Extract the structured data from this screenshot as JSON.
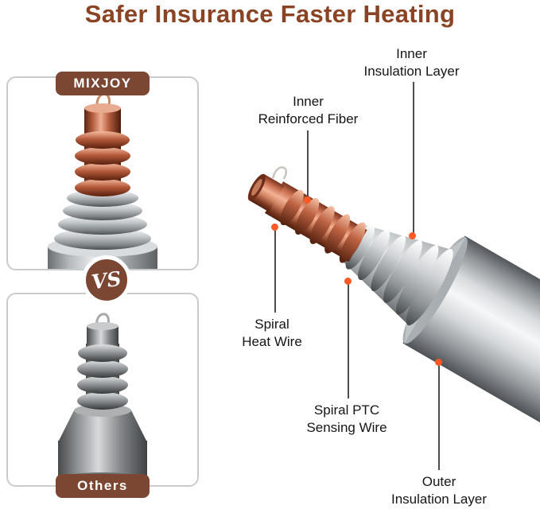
{
  "title": "Safer Insurance Faster Heating",
  "comparison": {
    "brand_badge": "MIXJOY",
    "vs_label": "VS",
    "others_badge": "Others"
  },
  "callouts": [
    {
      "id": "inner-insulation-layer",
      "line1": "Inner",
      "line2": "Insulation Layer"
    },
    {
      "id": "inner-reinforced-fiber",
      "line1": "Inner",
      "line2": "Reinforced Fiber"
    },
    {
      "id": "spiral-heat-wire",
      "line1": "Spiral",
      "line2": "Heat Wire"
    },
    {
      "id": "spiral-ptc-sensing-wire",
      "line1": "Spiral PTC",
      "line2": "Sensing Wire"
    },
    {
      "id": "outer-insulation-layer",
      "line1": "Outer",
      "line2": "Insulation Layer"
    }
  ],
  "colors": {
    "title_brown": "#8a4424",
    "badge_brown": "#7b4732",
    "callout_dot_orange": "#ff5a26",
    "panel_border_gray": "#c9cbcd"
  }
}
